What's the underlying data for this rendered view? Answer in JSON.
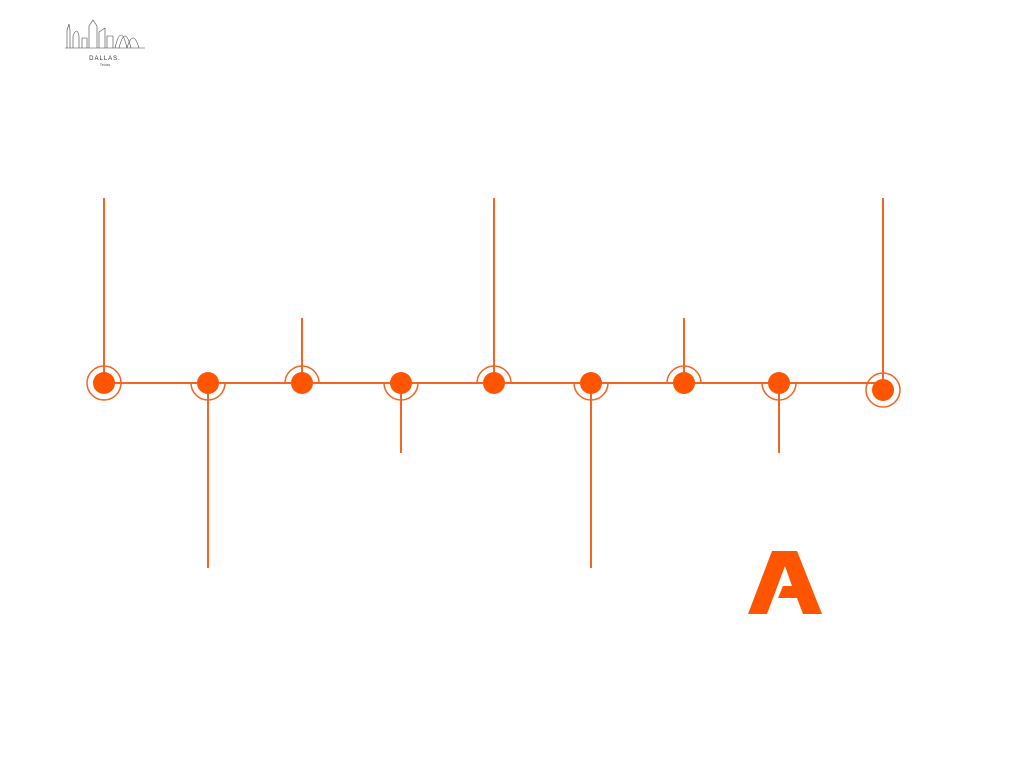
{
  "logo": {
    "city": "DALLAS.",
    "state": "Texas"
  },
  "colors": {
    "accent": "#ff5500",
    "line": "#f26522"
  },
  "timeline": {
    "nodes": [
      {
        "stem": "up",
        "length": 3,
        "ring": "full"
      },
      {
        "stem": "down",
        "length": 3,
        "ring": "bottom"
      },
      {
        "stem": "up",
        "length": 1,
        "ring": "top"
      },
      {
        "stem": "down",
        "length": 1,
        "ring": "bottom"
      },
      {
        "stem": "up",
        "length": 3,
        "ring": "top"
      },
      {
        "stem": "down",
        "length": 3,
        "ring": "bottom"
      },
      {
        "stem": "up",
        "length": 1,
        "ring": "top"
      },
      {
        "stem": "down",
        "length": 1,
        "ring": "bottom"
      },
      {
        "stem": "up",
        "length": 3,
        "ring": "full"
      }
    ]
  }
}
